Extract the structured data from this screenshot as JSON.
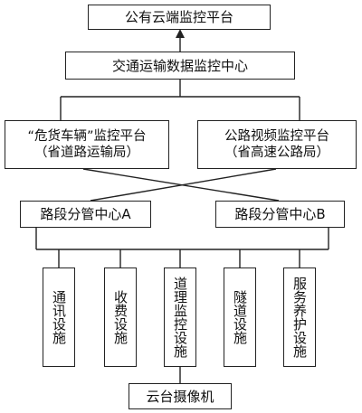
{
  "nodes": {
    "public_cloud": "公有云端监控平台",
    "transport_center": "交通运输数据监控中心",
    "hazmat_platform": {
      "line1": "“危货车辆”监控平台",
      "line2": "（省道路运输局）"
    },
    "highway_video_platform": {
      "line1": "公路视频监控平台",
      "line2": "（省高速公路局）"
    },
    "section_a": "路段分管中心A",
    "section_b": "路段分管中心B",
    "facilities": [
      "通讯设施",
      "收费设施",
      "道理监控设施",
      "隧道设施",
      "服务养护设施"
    ],
    "ptz_camera": "云台摄像机"
  }
}
